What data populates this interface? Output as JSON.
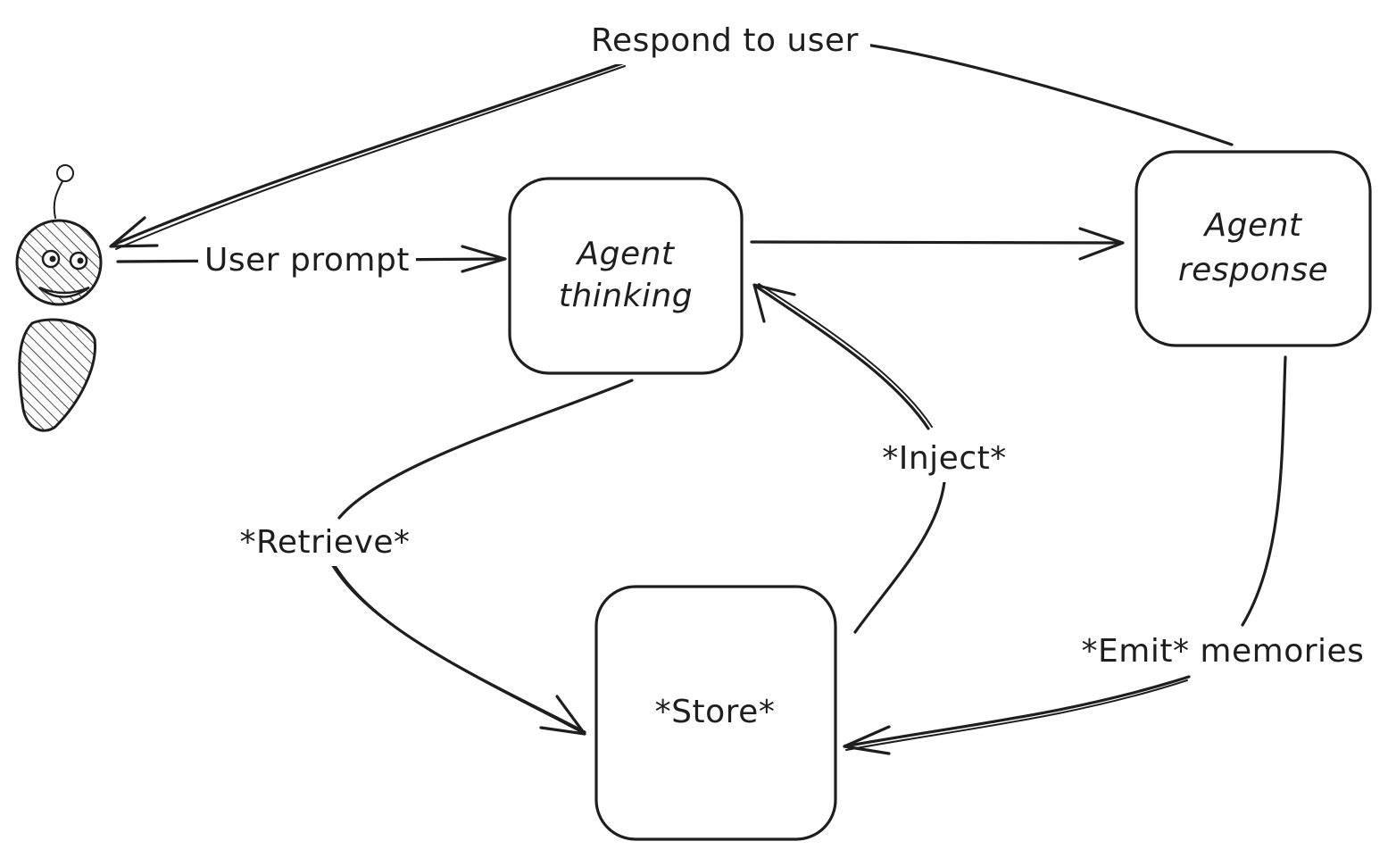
{
  "nodes": {
    "agent_thinking": {
      "line1": "Agent",
      "line2": "thinking"
    },
    "agent_response": {
      "line1": "Agent",
      "line2": "response"
    },
    "store": {
      "label": "*Store*"
    }
  },
  "edges": {
    "user_prompt": "User prompt",
    "respond_to_user": "Respond to user",
    "retrieve": "*Retrieve*",
    "inject": "*Inject*",
    "emit_memories": "*Emit* memories"
  },
  "colors": {
    "stroke": "#1e1e1e",
    "background": "#ffffff"
  },
  "icons": {
    "user": "user-figure-icon"
  }
}
